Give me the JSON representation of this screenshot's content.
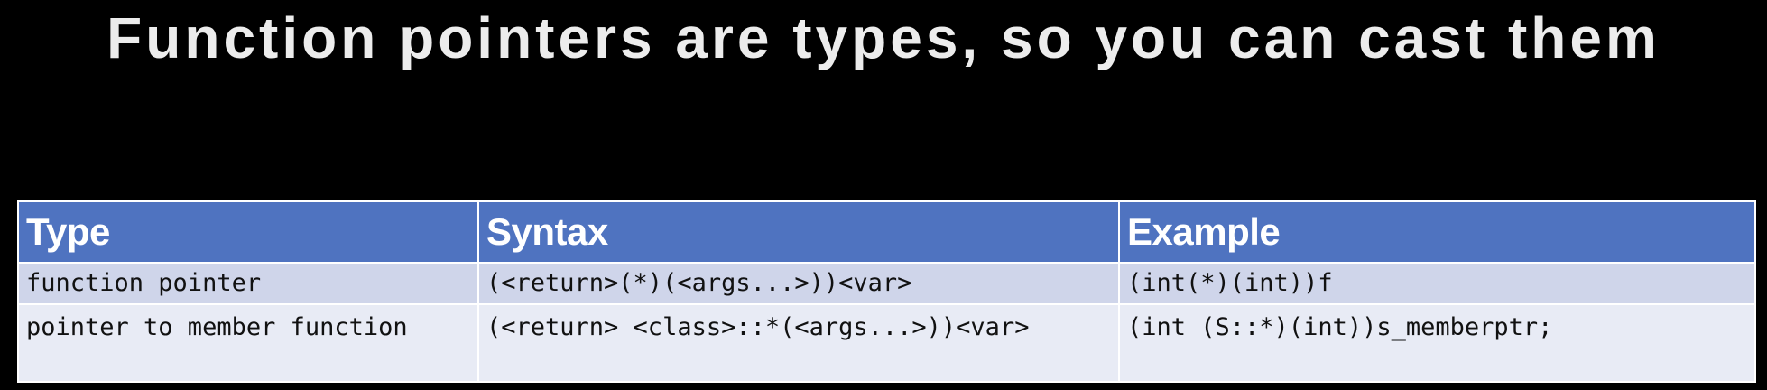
{
  "slide": {
    "title": "Function pointers are types, so you can cast them"
  },
  "table": {
    "headers": [
      "Type",
      "Syntax",
      "Example"
    ],
    "rows": [
      [
        "function pointer",
        "(<return>(*)(<args...>))<var>",
        "(int(*)(int))f"
      ],
      [
        "pointer to member function",
        "(<return> <class>::*(<args...>))<var>",
        "(int (S::*)(int))s_memberptr;"
      ]
    ]
  },
  "colors": {
    "background": "#000000",
    "title_text": "#ececec",
    "header_fill": "#4f73c0",
    "row_odd_fill": "#cfd5ea",
    "row_even_fill": "#e8ebf5"
  }
}
